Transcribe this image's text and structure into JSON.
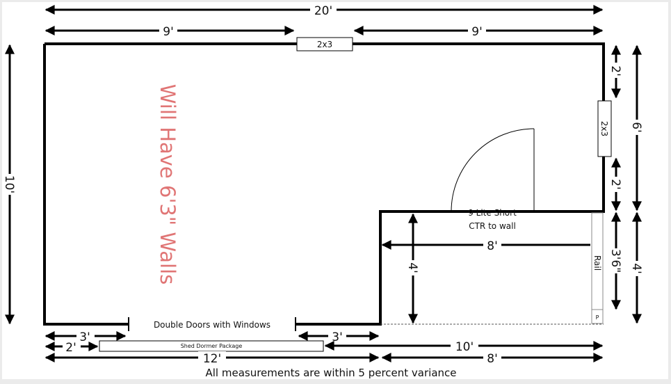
{
  "dimensions": {
    "top_total": "20'",
    "top_left": "9'",
    "top_right": "9'",
    "left_height": "10'",
    "right_upper_top": "2'",
    "right_upper_bottom": "2'",
    "right_upper_total": "6'",
    "right_lower_inner": "3'6\"",
    "right_lower_total": "4'",
    "notch_width": "8'",
    "notch_height": "4'",
    "bottom_left_3": "3'",
    "bottom_right_3": "3'",
    "bottom_2": "2'",
    "bottom_10": "10'",
    "bottom_12": "12'",
    "bottom_8": "8'"
  },
  "labels": {
    "window_top": "2x3",
    "window_right": "2x3",
    "door_label_line1": "9 Lite Short",
    "door_label_line2": "CTR to wall",
    "double_doors": "Double Doors with Windows",
    "dormer": "Shed Dormer Package",
    "rail": "Rail",
    "post": "P",
    "walls_note": "Will Have 6'3\" Walls"
  },
  "footer": {
    "note": "All measurements are within 5 percent variance"
  },
  "colors": {
    "walls": "#000000",
    "note_text": "#e07575",
    "background": "#ffffff",
    "frame": "#ebebeb"
  }
}
